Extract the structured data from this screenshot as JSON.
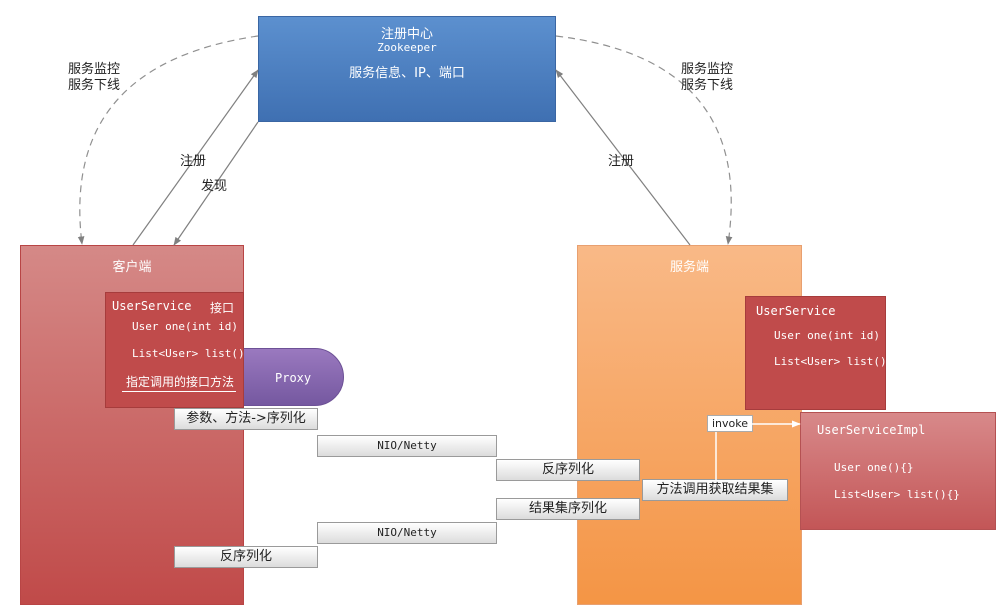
{
  "registry": {
    "title": "注册中心",
    "subtitle": "Zookeeper",
    "info": "服务信息、IP、端口"
  },
  "labels": {
    "monitor_left": [
      "服务监控",
      "服务下线"
    ],
    "monitor_right": [
      "服务监控",
      "服务下线"
    ],
    "register_left": "注册",
    "discover": "发现",
    "register_right": "注册"
  },
  "client": {
    "title": "客户端",
    "interface": {
      "name": "UserService",
      "tag": "接口",
      "methods": [
        "User one(int id)",
        "List<User> list()"
      ],
      "note": "指定调用的接口方法"
    },
    "proxy": "Proxy"
  },
  "server": {
    "title": "服务端",
    "interface": {
      "name": "UserService",
      "methods": [
        "User one(int id)",
        "List<User> list()"
      ]
    },
    "impl": {
      "name": "UserServiceImpl",
      "methods": [
        "User one(){}",
        "List<User> list(){}"
      ]
    },
    "invoke": "invoke"
  },
  "steps": [
    "参数、方法->序列化",
    "NIO/Netty",
    "反序列化",
    "方法调用获取结果集",
    "结果集序列化",
    "NIO/Netty",
    "反序列化"
  ],
  "colors": {
    "registry": "#4a7ebf",
    "client": "#c0504d",
    "server": "#f79646",
    "interface": "#c04b4b",
    "proxy": "#8064a2"
  }
}
